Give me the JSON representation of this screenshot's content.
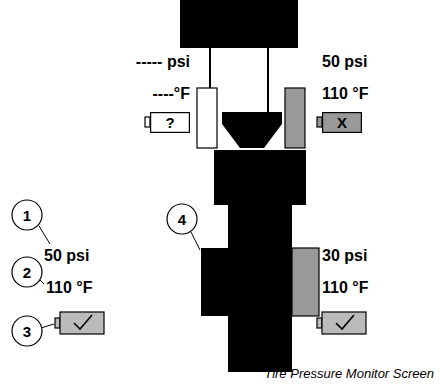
{
  "diagram": {
    "caption": "Tire Pressure Monitor Screen",
    "nodes": [
      {
        "text": [
          "?"
        ]
      },
      {
        "text": [
          "X"
        ]
      },
      {
        "text": [
          "1"
        ]
      },
      {
        "text": [
          "4"
        ]
      },
      {
        "text": [
          "2"
        ]
      },
      {
        "text": [
          "3"
        ]
      }
    ],
    "labels": [
      "----- psi",
      "50 psi",
      "----°F",
      "110 °F",
      "50 psi",
      "30 psi",
      "110 °F",
      "110 °F"
    ]
  }
}
